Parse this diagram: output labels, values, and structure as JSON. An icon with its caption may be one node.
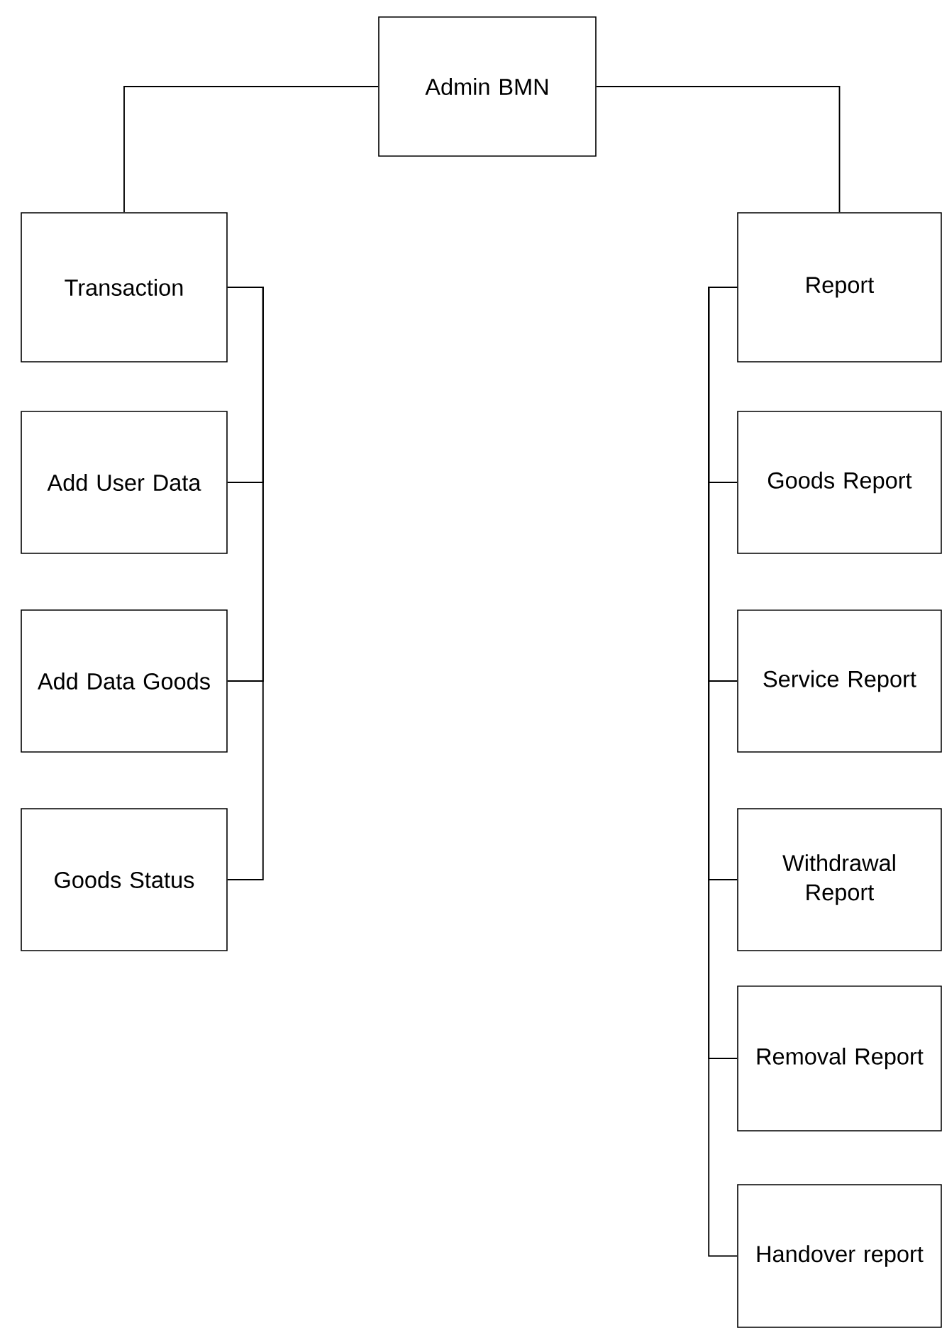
{
  "diagram": {
    "nodes": [
      {
        "text": [
          "Admin BMN"
        ]
      },
      {
        "text": [
          "Transaction"
        ]
      },
      {
        "text": [
          "Add User Data"
        ]
      },
      {
        "text": [
          "Add Data Goods"
        ]
      },
      {
        "text": [
          "Goods Status"
        ]
      },
      {
        "text": [
          "Report"
        ]
      },
      {
        "text": [
          "Goods Report"
        ]
      },
      {
        "text": [
          "Service Report"
        ]
      },
      {
        "text": [
          "Withdrawal Report"
        ]
      },
      {
        "text": [
          "Removal Report"
        ]
      },
      {
        "text": [
          "Handover report"
        ]
      }
    ],
    "edges": [
      {
        "from": 0,
        "to": 1,
        "arrow": "none"
      },
      {
        "from": 0,
        "to": 5,
        "arrow": "none"
      },
      {
        "from": 1,
        "to": 2,
        "arrow": "none"
      },
      {
        "from": 1,
        "to": 3,
        "arrow": "none"
      },
      {
        "from": 1,
        "to": 4,
        "arrow": "none"
      },
      {
        "from": 5,
        "to": 6,
        "arrow": "none"
      },
      {
        "from": 5,
        "to": 7,
        "arrow": "none"
      },
      {
        "from": 5,
        "to": 8,
        "arrow": "none"
      },
      {
        "from": 5,
        "to": 9,
        "arrow": "none"
      },
      {
        "from": 5,
        "to": 10,
        "arrow": "none"
      }
    ]
  }
}
